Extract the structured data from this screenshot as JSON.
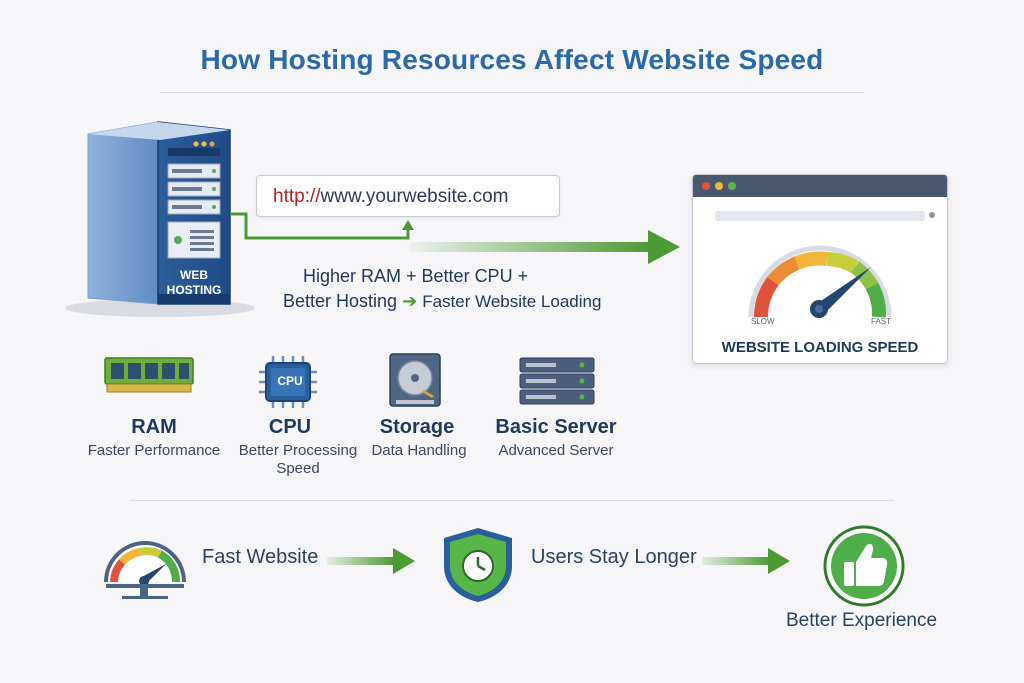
{
  "title": "How Hosting Resources Affect Website Speed",
  "server": {
    "label_line1": "WEB",
    "label_line2": "HOSTING",
    "icon": "server-tower-icon"
  },
  "url_bar": {
    "protocol": "http://",
    "domain": "www.yourwebsite.com"
  },
  "formula": {
    "line1": "Higher RAM + Better CPU +",
    "line2_left": "Better Hosting",
    "arrow": "➔",
    "line2_right": "Faster Website Loading"
  },
  "browser": {
    "caption": "WEBSITE LOADING SPEED",
    "gauge_low": "SLOW",
    "gauge_high": "FAST",
    "dot_colors": [
      "#e0533a",
      "#f2b63a",
      "#58b548"
    ]
  },
  "resources": [
    {
      "title": "RAM",
      "subtitle": [
        "Faster Performance"
      ],
      "icon": "ram-icon"
    },
    {
      "title": "CPU",
      "subtitle": [
        "Better Processing",
        "Speed"
      ],
      "icon": "cpu-icon",
      "chip_text": "CPU"
    },
    {
      "title": "Storage",
      "subtitle": [
        "Data Handling"
      ],
      "icon": "hard-drive-icon"
    },
    {
      "title": "Basic Server",
      "subtitle": [
        "Advanced Server"
      ],
      "icon": "server-rack-icon"
    }
  ],
  "flow": [
    {
      "label": "Fast Website",
      "icon": "speedometer-icon"
    },
    {
      "label": "Users Stay Longer",
      "icon": "shield-clock-icon"
    },
    {
      "label": "Better Experience",
      "icon": "thumbs-up-icon"
    }
  ],
  "colors": {
    "title": "#2a6aa8",
    "accent_green": "#4c9a33",
    "navy": "#1f3a5c"
  }
}
